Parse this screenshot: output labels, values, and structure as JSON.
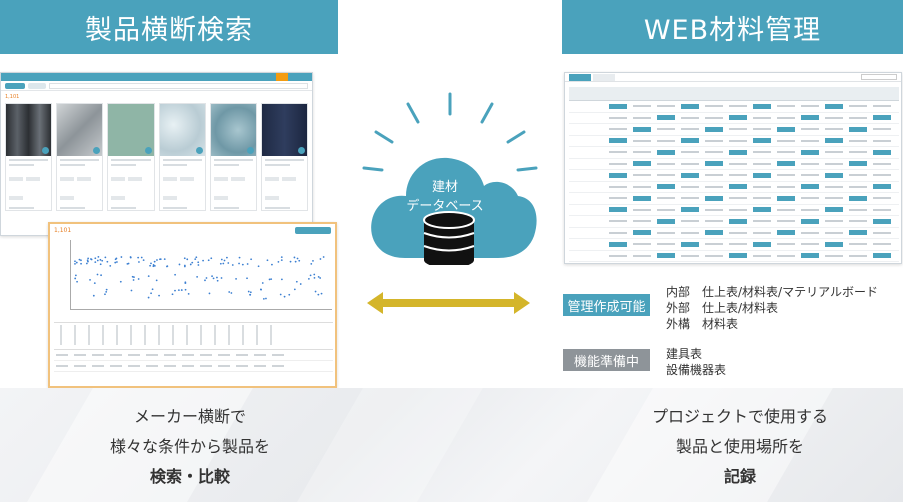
{
  "left_title": "製品横断検索",
  "right_title": "WEB材料管理",
  "cloud": {
    "line1": "建材",
    "line2": "データベース"
  },
  "left_caption": {
    "line1": "メーカー横断で",
    "line2": "様々な条件から製品を",
    "line3": "検索・比較"
  },
  "right_caption": {
    "line1": "プロジェクトで使用する",
    "line2": "製品と使用場所を",
    "line3": "記録"
  },
  "management": {
    "available_label": "管理作成可能",
    "available_items": [
      "内部　仕上表/材料表/マテリアルボード",
      "外部　仕上表/材料表",
      "外構　材料表"
    ],
    "pending_label": "機能準備中",
    "pending_items": [
      "建具表",
      "設備機器表"
    ]
  },
  "search_mock": {
    "count": "1,101"
  },
  "colors": {
    "accent": "#4aa2bc",
    "arrow": "#d4b52a",
    "pending": "#8e9499",
    "highlight": "#e67e22"
  }
}
